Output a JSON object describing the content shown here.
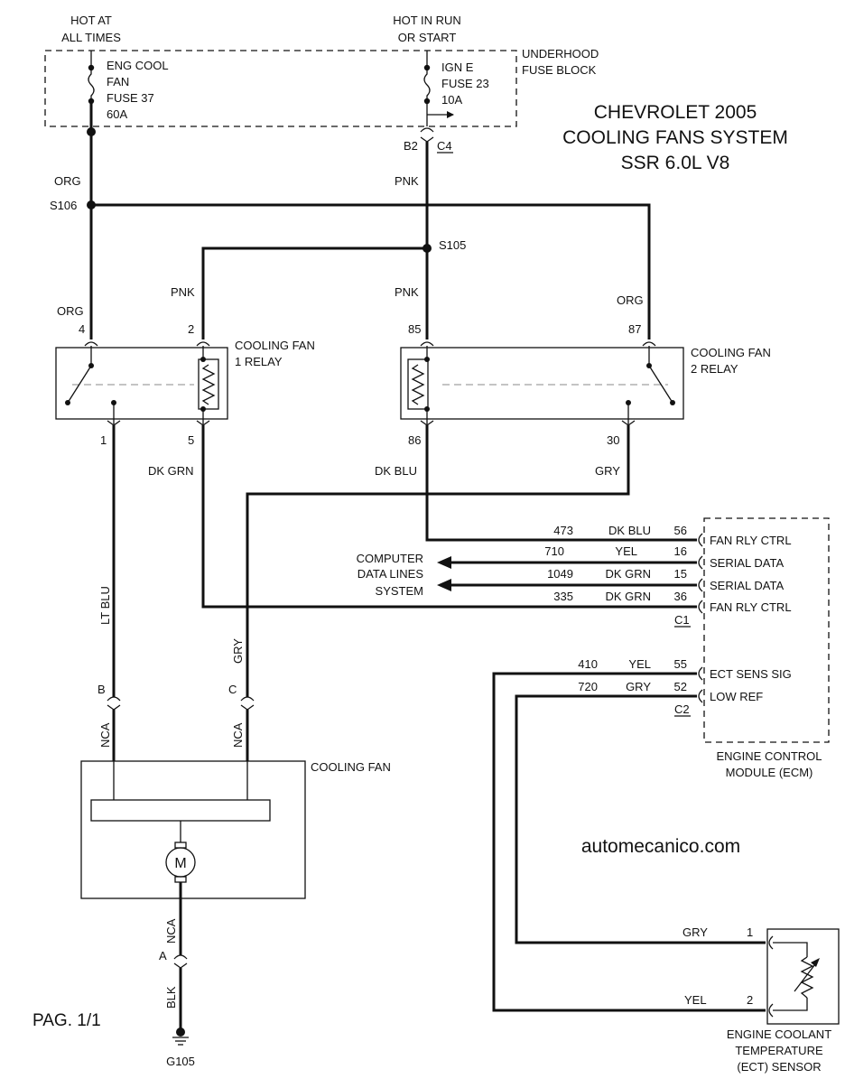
{
  "title": {
    "line1": "CHEVROLET 2005",
    "line2": "COOLING FANS SYSTEM",
    "line3": "SSR 6.0L V8"
  },
  "watermark": "automecanico.com",
  "page_label": "PAG. 1/1",
  "power": {
    "hot_at_all_times_1": "HOT AT",
    "hot_at_all_times_2": "ALL TIMES",
    "hot_in_run_1": "HOT IN RUN",
    "hot_in_run_2": "OR START",
    "fuse_block_1": "UNDERHOOD",
    "fuse_block_2": "FUSE BLOCK",
    "fuse37": [
      "ENG COOL",
      "FAN",
      "FUSE 37",
      "60A"
    ],
    "fuse23": [
      "IGN E",
      "FUSE 23",
      "10A"
    ],
    "conn_b2": "B2",
    "conn_c4": "C4"
  },
  "wires": {
    "org_top": "ORG",
    "pnk_top": "PNK",
    "s106": "S106",
    "s105": "S105",
    "pnk_left": "PNK",
    "pnk_mid": "PNK",
    "org_left": "ORG",
    "org_right": "ORG",
    "dk_grn": "DK GRN",
    "dk_blu": "DK BLU",
    "gry_top": "GRY",
    "lt_blu": "LT BLU",
    "gry_vert": "GRY",
    "nca_b": "NCA",
    "nca_c": "NCA",
    "nca_a": "NCA",
    "blk": "BLK",
    "gry_sensor": "GRY",
    "yel_sensor": "YEL"
  },
  "relay1": {
    "label_1": "COOLING FAN",
    "label_2": "1 RELAY",
    "pin4": "4",
    "pin2": "2",
    "pin1": "1",
    "pin5": "5"
  },
  "relay2": {
    "label_1": "COOLING FAN",
    "label_2": "2 RELAY",
    "pin85": "85",
    "pin87": "87",
    "pin86": "86",
    "pin30": "30"
  },
  "computer_data": {
    "line1": "COMPUTER",
    "line2": "DATA LINES",
    "line3": "SYSTEM"
  },
  "ecm": {
    "label_1": "ENGINE CONTROL",
    "label_2": "MODULE (ECM)",
    "c1": "C1",
    "c2": "C2",
    "rows": [
      {
        "circuit": "473",
        "color": "DK BLU",
        "pin": "56",
        "function": "FAN RLY CTRL"
      },
      {
        "circuit": "710",
        "color": "YEL",
        "pin": "16",
        "function": "SERIAL DATA"
      },
      {
        "circuit": "1049",
        "color": "DK GRN",
        "pin": "15",
        "function": "SERIAL DATA"
      },
      {
        "circuit": "335",
        "color": "DK GRN",
        "pin": "36",
        "function": "FAN RLY CTRL"
      },
      {
        "circuit": "410",
        "color": "YEL",
        "pin": "55",
        "function": "ECT SENS SIG"
      },
      {
        "circuit": "720",
        "color": "GRY",
        "pin": "52",
        "function": "LOW REF"
      }
    ]
  },
  "fan": {
    "label": "COOLING FAN",
    "motor": "M",
    "conn_b": "B",
    "conn_c": "C",
    "conn_a": "A",
    "ground": "G105"
  },
  "sensor": {
    "label_1": "ENGINE COOLANT",
    "label_2": "TEMPERATURE",
    "label_3": "(ECT) SENSOR",
    "pin1": "1",
    "pin2": "2"
  }
}
